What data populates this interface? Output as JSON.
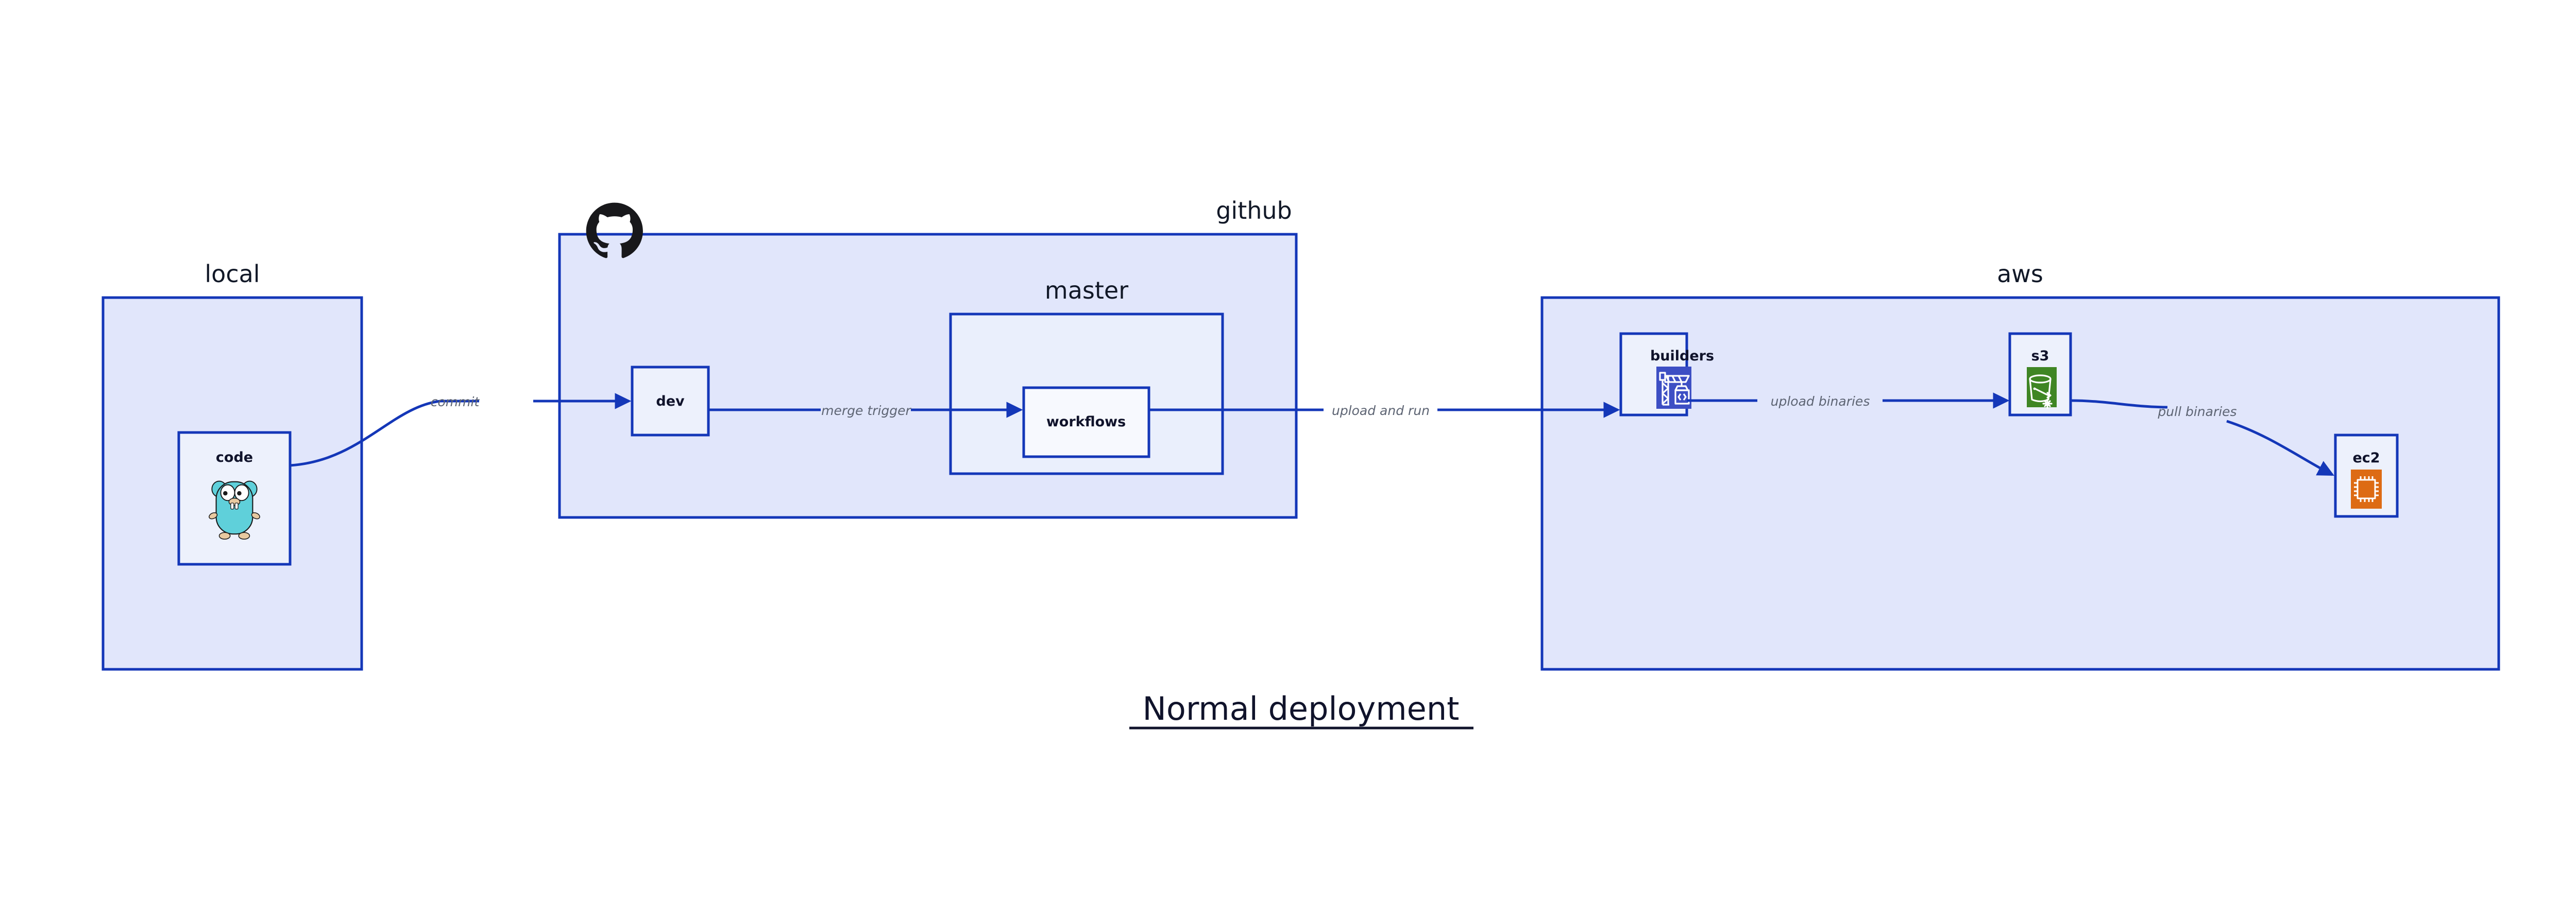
{
  "diagram": {
    "title": "Normal deployment",
    "groups": [
      {
        "id": "local",
        "label": "local"
      },
      {
        "id": "github",
        "label": "github"
      },
      {
        "id": "master",
        "label": "master"
      },
      {
        "id": "aws",
        "label": "aws"
      }
    ],
    "nodes": [
      {
        "id": "code",
        "label": "code",
        "icon": "go-gopher-icon",
        "group": "local"
      },
      {
        "id": "dev",
        "label": "dev",
        "icon": null,
        "group": "github"
      },
      {
        "id": "workflows",
        "label": "workflows",
        "icon": null,
        "group": "master"
      },
      {
        "id": "builders",
        "label": "builders",
        "icon": "aws-builder-crane-icon",
        "group": "aws"
      },
      {
        "id": "s3",
        "label": "s3",
        "icon": "aws-s3-bucket-icon",
        "group": "aws"
      },
      {
        "id": "ec2",
        "label": "ec2",
        "icon": "aws-ec2-chip-icon",
        "group": "aws"
      }
    ],
    "edges": [
      {
        "id": "commit",
        "label": "commit",
        "from": "code",
        "to": "dev"
      },
      {
        "id": "merge-trigger",
        "label": "merge trigger",
        "from": "dev",
        "to": "workflows"
      },
      {
        "id": "upload-and-run",
        "label": "upload and run",
        "from": "workflows",
        "to": "builders"
      },
      {
        "id": "upload-binaries",
        "label": "upload binaries",
        "from": "builders",
        "to": "s3"
      },
      {
        "id": "pull-binaries",
        "label": "pull binaries",
        "from": "s3",
        "to": "ec2"
      }
    ],
    "logos": [
      {
        "id": "github-logo",
        "icon": "github-octocat-icon"
      }
    ],
    "colors": {
      "group_fill": "#e1e6fb",
      "subgroup_fill": "#eaeffc",
      "node_fill": "#edf1fc",
      "border": "#1437b8",
      "edge": "#1437b8",
      "edge_label": "#5d6473",
      "text": "#10132b",
      "builders_icon": "#3d4fc4",
      "s3_icon": "#3f8624",
      "ec2_icon": "#dd6b14",
      "gopher_body": "#5fd0da",
      "github_logo": "#18181b",
      "background": "#ffffff"
    }
  }
}
